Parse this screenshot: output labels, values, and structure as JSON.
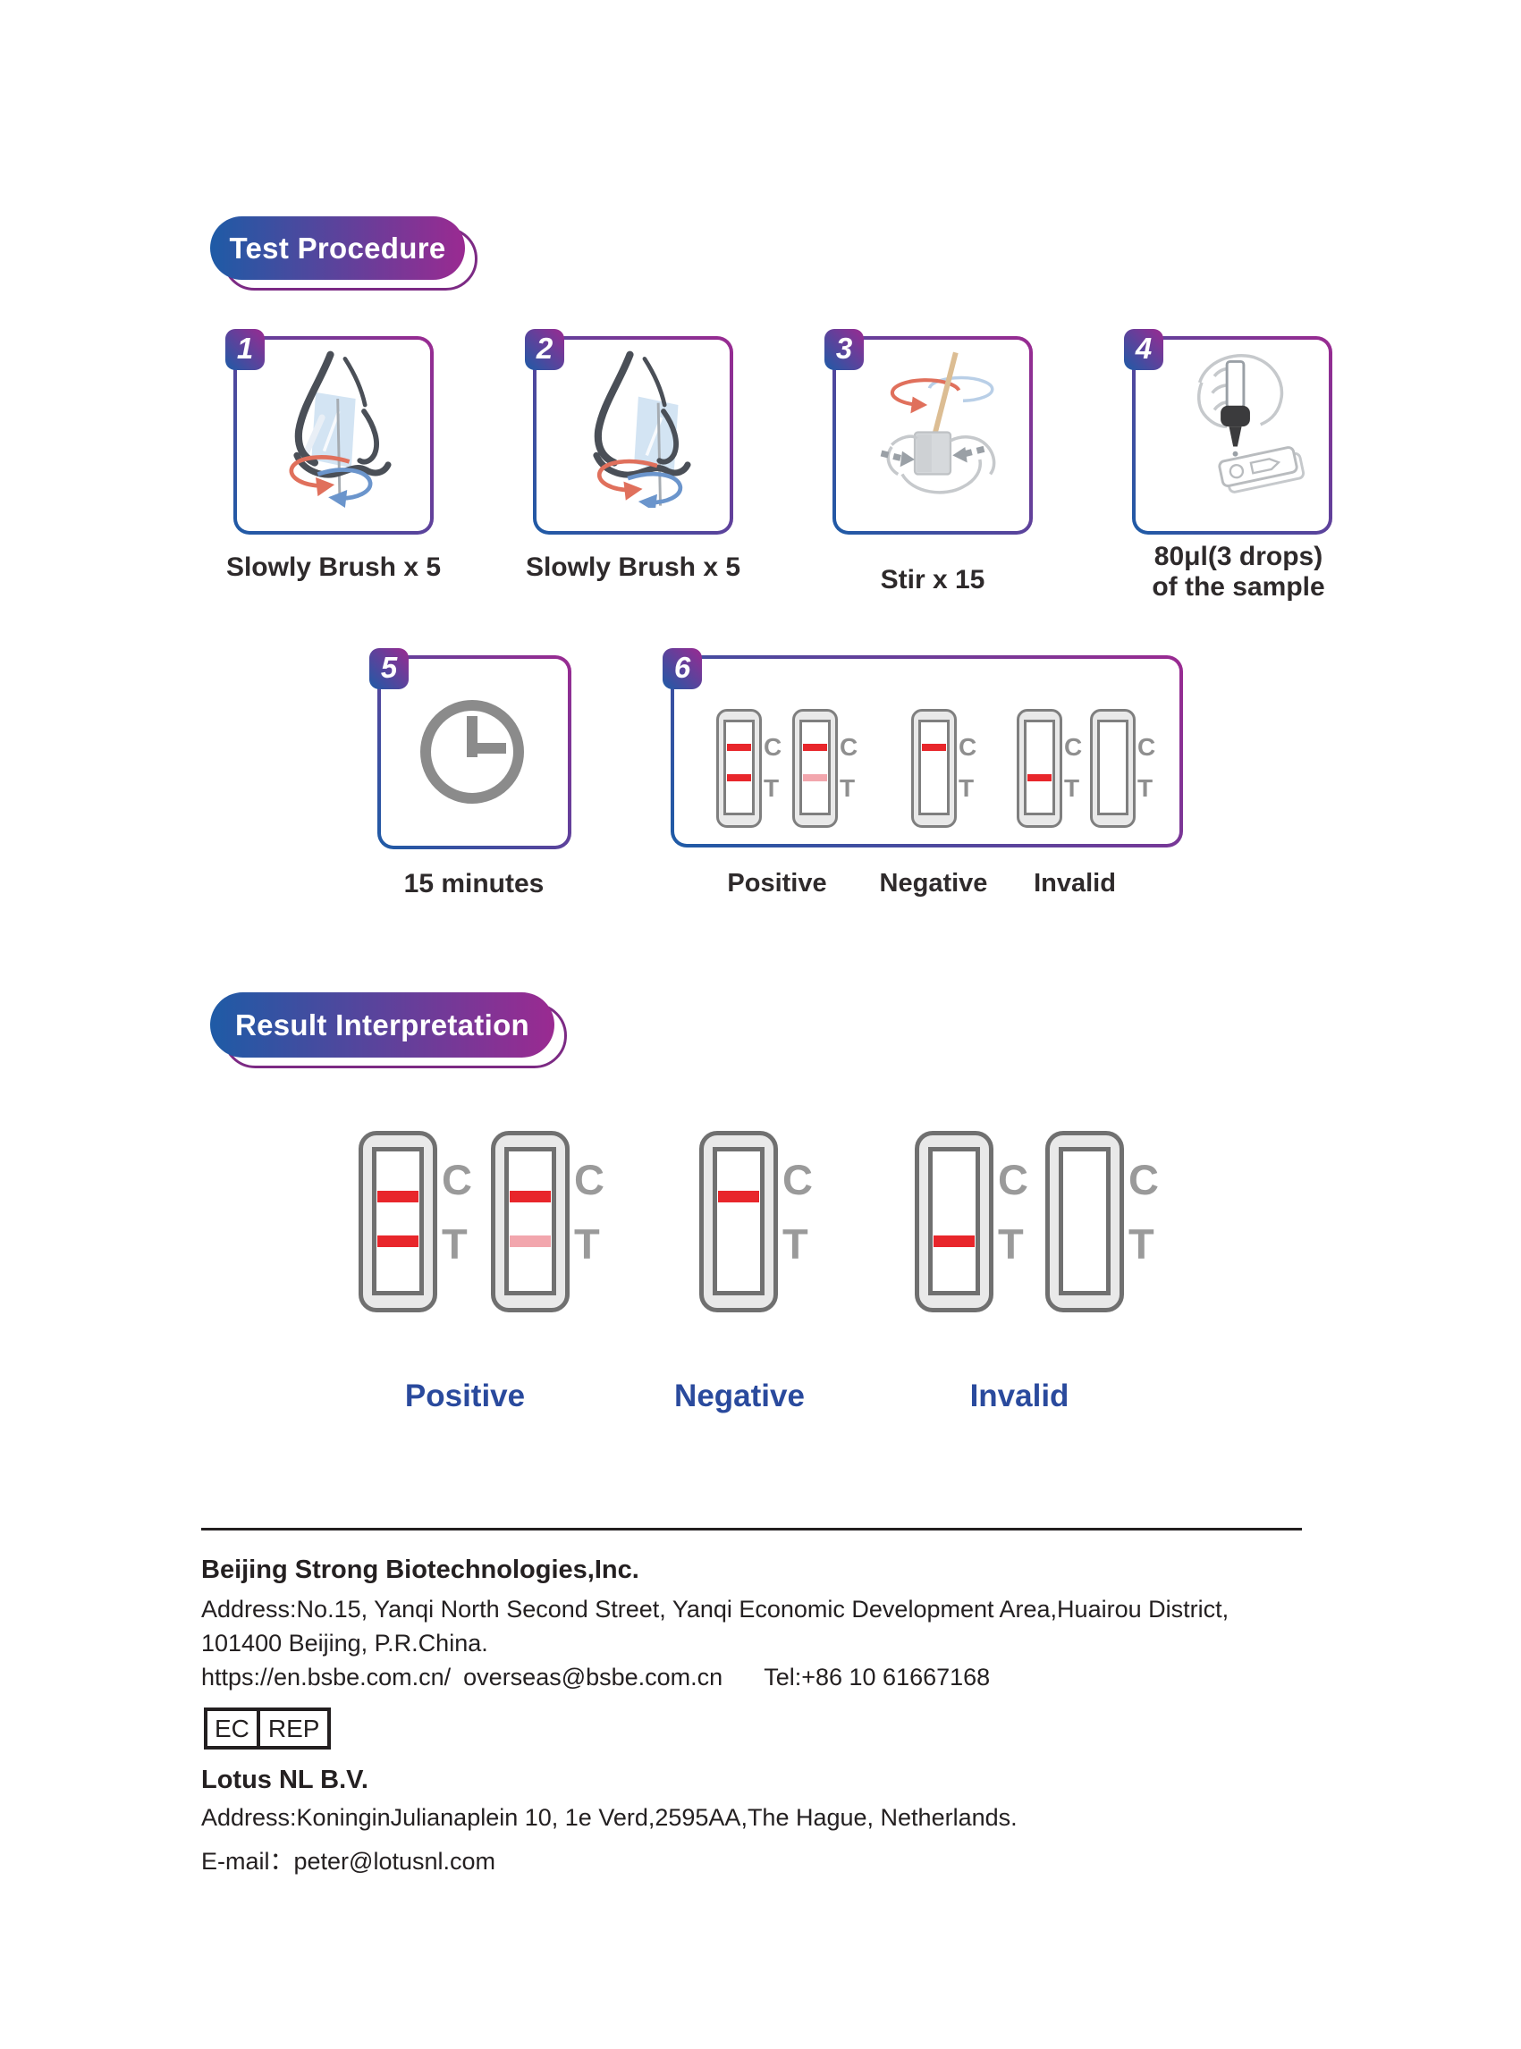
{
  "sections": {
    "test_procedure": {
      "title": "Test Procedure"
    },
    "result_interpretation": {
      "title": "Result Interpretation"
    }
  },
  "step_numbers": [
    "1",
    "2",
    "3",
    "4",
    "5",
    "6"
  ],
  "step_captions": {
    "step1": "Slowly Brush x 5",
    "step2": "Slowly Brush x 5",
    "step3": "Stir x 15",
    "step4_line1": "80μl(3 drops)",
    "step4_line2": "of the sample",
    "step5": "15 minutes"
  },
  "cassette_labels": {
    "control": "C",
    "test": "T"
  },
  "step6_results": [
    {
      "label": "Positive",
      "cassettes": [
        {
          "control_line": "red",
          "test_line": "red"
        },
        {
          "control_line": "red",
          "test_line": "pink"
        }
      ]
    },
    {
      "label": "Negative",
      "cassettes": [
        {
          "control_line": "red",
          "test_line": "none"
        }
      ]
    },
    {
      "label": "Invalid",
      "cassettes": [
        {
          "control_line": "none",
          "test_line": "red"
        },
        {
          "control_line": "none",
          "test_line": "none"
        }
      ]
    }
  ],
  "interpretation_results": [
    {
      "label": "Positive",
      "cassettes": [
        {
          "control_line": "red",
          "test_line": "red"
        },
        {
          "control_line": "red",
          "test_line": "pink"
        }
      ]
    },
    {
      "label": "Negative",
      "cassettes": [
        {
          "control_line": "red",
          "test_line": "none"
        }
      ]
    },
    {
      "label": "Invalid",
      "cassettes": [
        {
          "control_line": "none",
          "test_line": "red"
        },
        {
          "control_line": "none",
          "test_line": "none"
        }
      ]
    }
  ],
  "colors": {
    "line_red": "#e8262b",
    "line_pink": "#f2a6ad",
    "accent_blue": "#1e5ba6",
    "accent_magenta": "#9a2a91",
    "result_label_blue": "#2a4a9d"
  },
  "footer": {
    "manufacturer_name": "Beijing Strong Biotechnologies,Inc.",
    "manufacturer_address_line1": "Address:No.15, Yanqi North Second Street, Yanqi Economic Development Area,Huairou District,",
    "manufacturer_address_line2": "101400 Beijing, P.R.China.",
    "website": "https://en.bsbe.com.cn/",
    "email": "overseas@bsbe.com.cn",
    "tel": "Tel:+86 10 61667168",
    "ec_rep": {
      "ec": "EC",
      "rep": "REP"
    },
    "eu_rep_name": "Lotus NL B.V.",
    "eu_rep_address": "Address:KoninginJulianaplein 10, 1e Verd,2595AA,The Hague, Netherlands.",
    "eu_rep_email": "E-mail：peter@lotusnl.com"
  }
}
